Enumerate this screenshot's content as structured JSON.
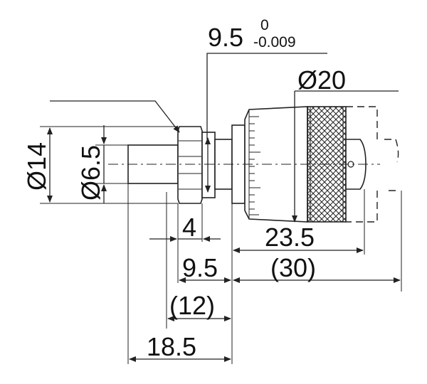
{
  "drawing": {
    "dimensions": {
      "tolerance_base": "9.5",
      "tolerance_upper": "0",
      "tolerance_lower": "-0.009",
      "dia20": "Ø20",
      "dia14": "Ø14",
      "dia6_5": "Ø6.5",
      "len4": "4",
      "len23_5": "23.5",
      "len9_5": "9.5",
      "len30": "(30)",
      "len12": "(12)",
      "len18_5": "18.5"
    }
  }
}
